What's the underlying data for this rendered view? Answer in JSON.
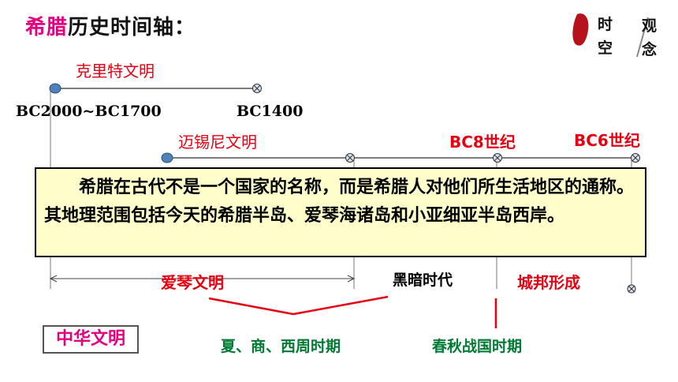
{
  "title": {
    "highlight": "希腊",
    "rest": "历史时间轴："
  },
  "badge": {
    "chars": [
      "时",
      "空",
      "观",
      "念"
    ]
  },
  "timeline": {
    "crete": {
      "name": "克里特文明",
      "start_label": "BC2000~BC1700",
      "end_label": "BC1400"
    },
    "mycenae": {
      "name": "迈锡尼文明",
      "label_bc8": "BC8世纪",
      "label_bc6": "BC6世纪"
    },
    "periods": {
      "aegean": "爱琴文明",
      "dark_age": "黑暗时代",
      "city_states": "城邦形成"
    }
  },
  "infobox": {
    "text": "希腊在古代不是一个国家的名称，而是希腊人对他们所生活地区的通称。其地理范围包括今天的希腊半岛、爱琴海诸岛和小亚细亚半岛西岸。"
  },
  "china": {
    "box_label": "中华文明",
    "xia_shang_zhou": "夏、商、西周时期",
    "spring_autumn": "春秋战国时期"
  },
  "colors": {
    "red": "#e60012",
    "magenta": "#e4007f",
    "green": "#007a33",
    "box_fill": "#ffffcc",
    "marker_blue": "#4f81bd"
  }
}
